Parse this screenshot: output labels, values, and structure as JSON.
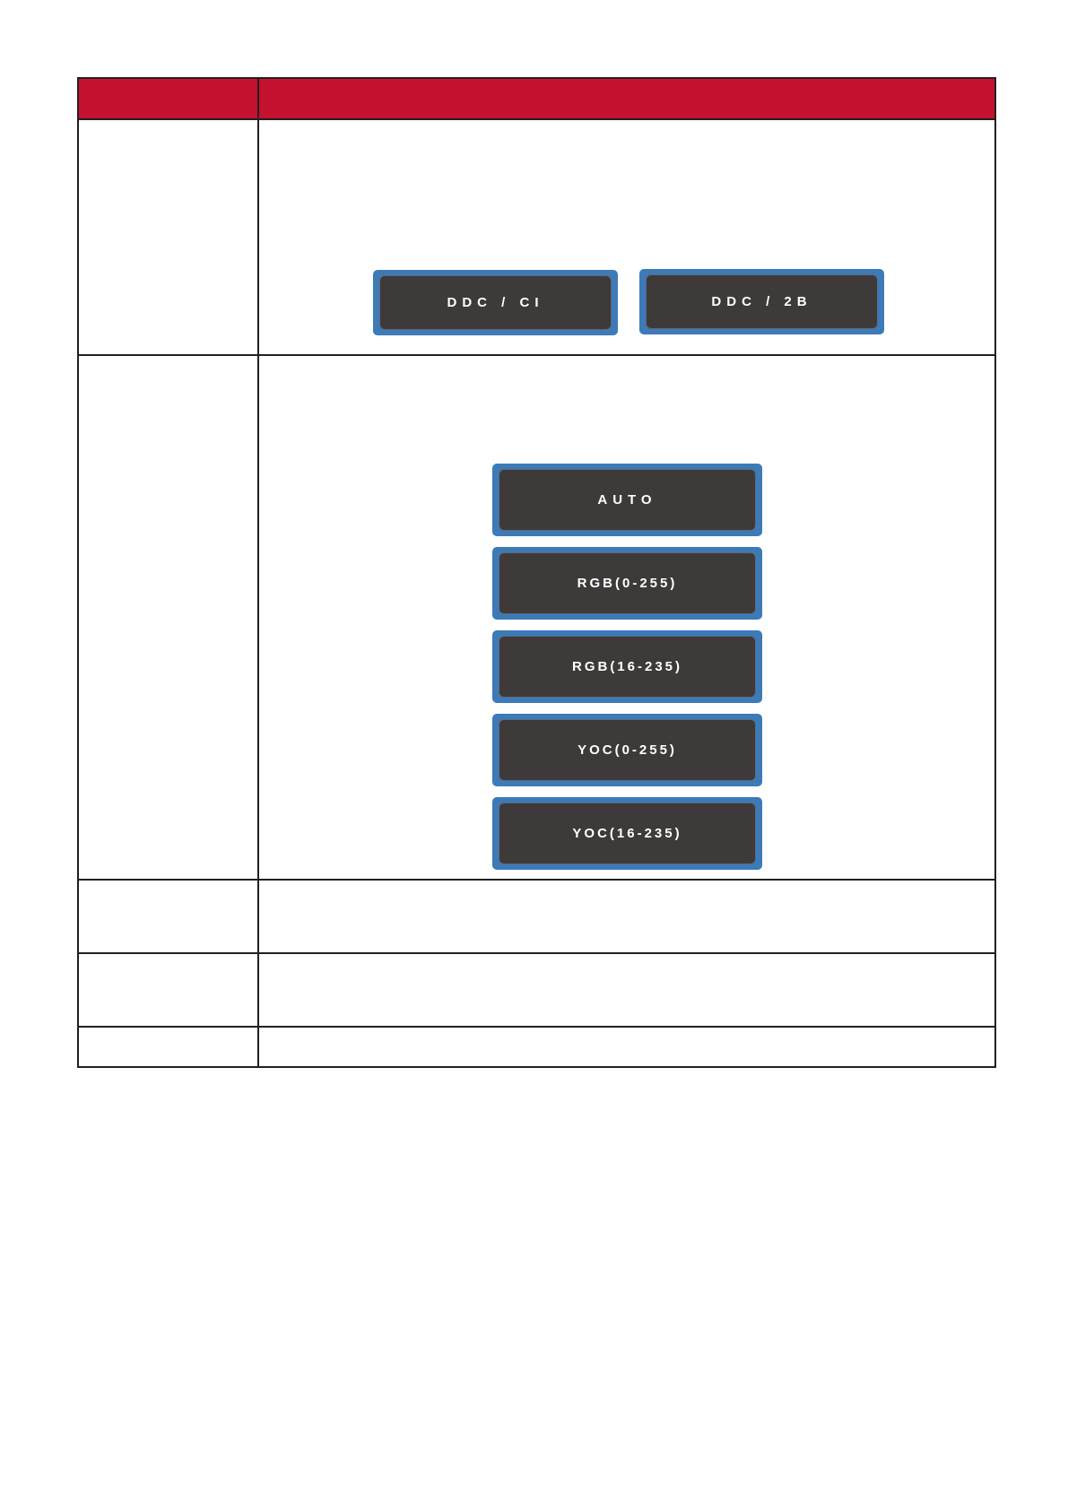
{
  "colors": {
    "header_bg": "#c41230",
    "button_frame": "#3d7ab8",
    "button_face": "#3e3a3a",
    "button_text": "#ffffff",
    "border": "#231f20"
  },
  "header": {
    "left": "",
    "right": ""
  },
  "rows": [
    {
      "label": "",
      "description": "",
      "buttons": [
        "DDC / CI",
        "DDC / 2B"
      ]
    },
    {
      "label": "",
      "description": "",
      "buttons": [
        "AUTO",
        "RGB(0-255)",
        "RGB(16-235)",
        "YOC(0-255)",
        "YOC(16-235)"
      ]
    },
    {
      "label": "",
      "description": ""
    },
    {
      "label": "",
      "description": ""
    },
    {
      "label": "",
      "description": ""
    }
  ]
}
